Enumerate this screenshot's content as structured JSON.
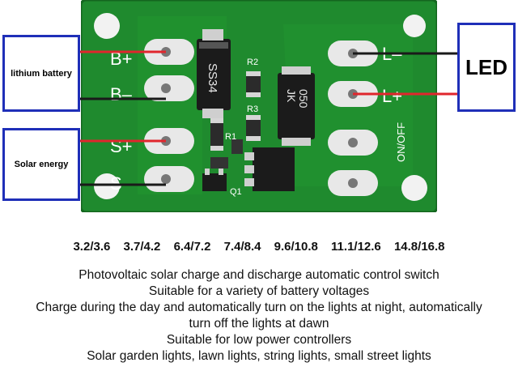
{
  "labels": {
    "battery": "lithium battery",
    "solar": "Solar energy",
    "led": "LED"
  },
  "board": {
    "pins_left": [
      "B+",
      "B–",
      "S+",
      "S–"
    ],
    "pins_right": [
      "L–",
      "L+"
    ],
    "switch_label": "ON/OFF",
    "diode_label": "SS34",
    "ic_label_1": "JK",
    "ic_label_2": "050",
    "r1": "R1",
    "r2": "R2",
    "r3": "R3",
    "q1": "Q1"
  },
  "voltages": [
    "3.2/3.6",
    "3.7/4.2",
    "6.4/7.2",
    "7.4/8.4",
    "9.6/10.8",
    "11.1/12.6",
    "14.8/16.8"
  ],
  "description": [
    "Photovoltaic solar charge and discharge automatic control switch",
    "Suitable for a variety of battery voltages",
    "Charge during the day and automatically turn on the lights at night, automatically",
    "turn off the lights at dawn",
    "Suitable for low power controllers",
    "Solar garden lights, lawn lights, string lights, small street lights"
  ],
  "colors": {
    "pcb": "#1f8a2e",
    "pcb_dark": "#176d24",
    "box_border": "#1f2fb8",
    "wire": "#e0262d"
  }
}
